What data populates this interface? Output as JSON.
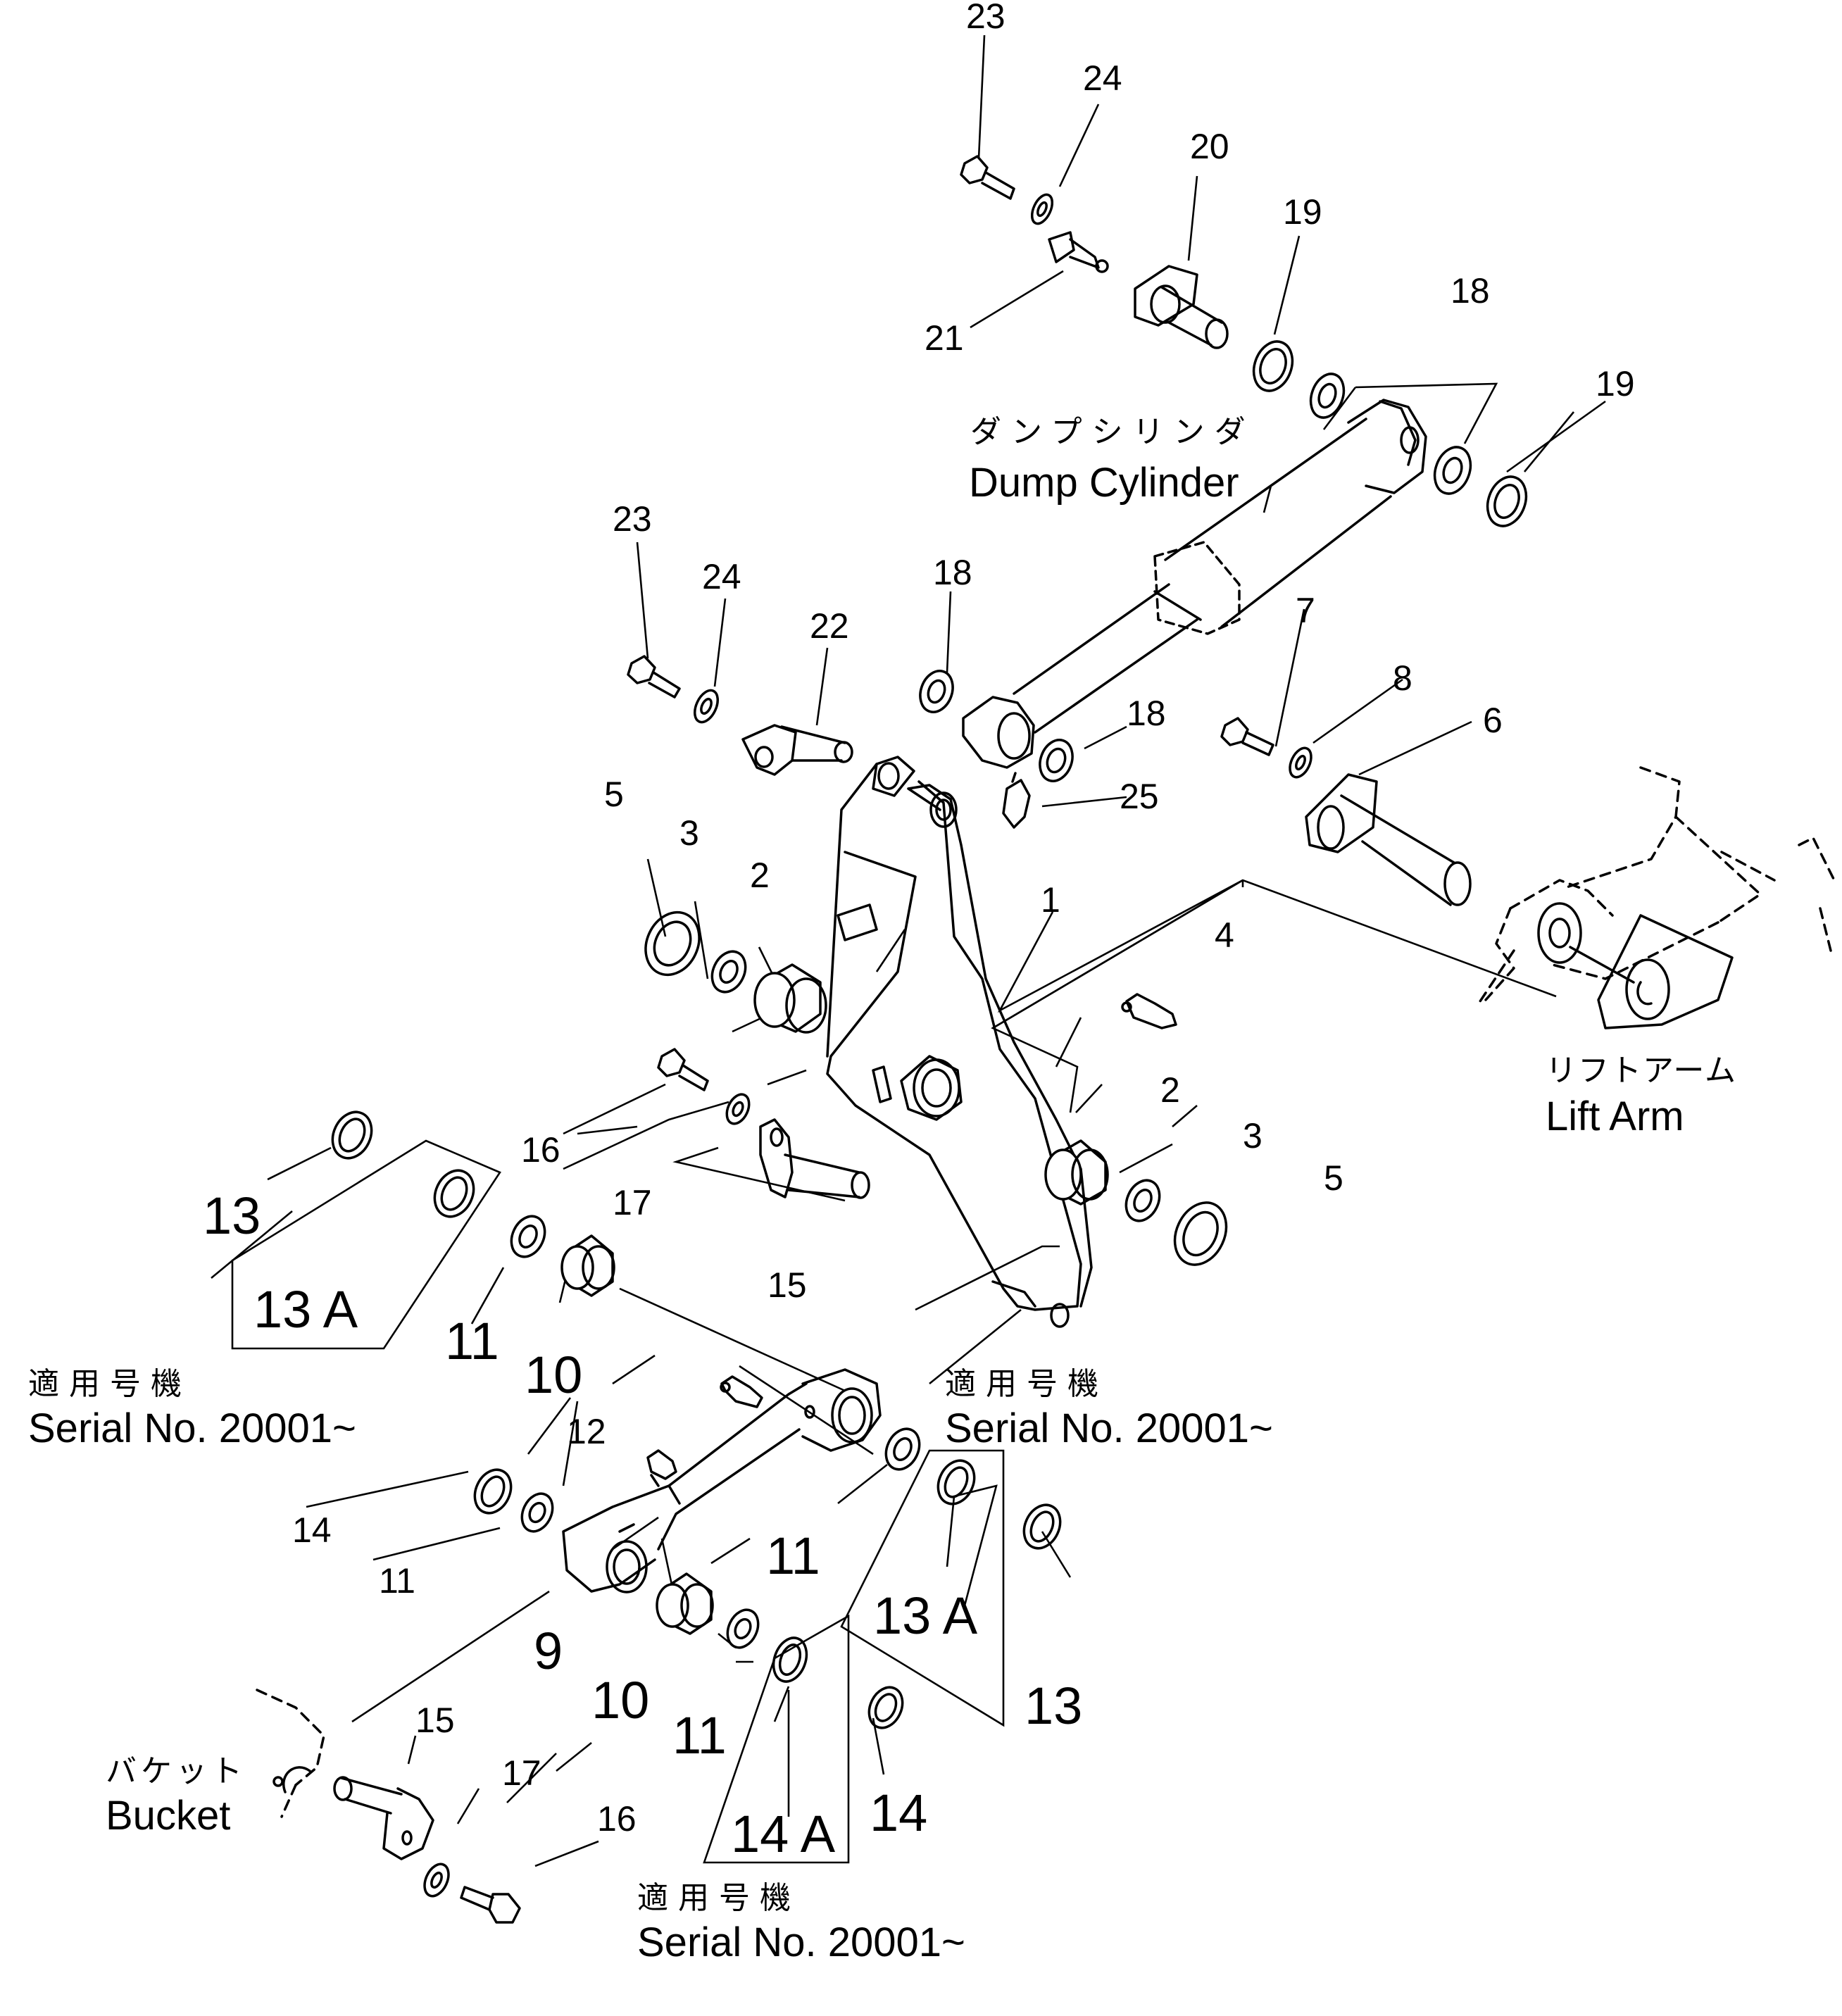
{
  "callouts": {
    "c1": "1",
    "c2a": "2",
    "c2b": "2",
    "c3a": "3",
    "c3b": "3",
    "c4": "4",
    "c5a": "5",
    "c5b": "5",
    "c6": "6",
    "c7": "7",
    "c8": "8",
    "c9": "9",
    "c10a": "10",
    "c10b": "10",
    "c11a": "11",
    "c11b": "11",
    "c11c": "11",
    "c11d": "11",
    "c12": "12",
    "c13a": "13",
    "c13b": "13",
    "c13Aa": "13 A",
    "c13Ab": "13 A",
    "c14a": "14",
    "c14b": "14",
    "c14A": "14 A",
    "c15a": "15",
    "c15b": "15",
    "c16a": "16",
    "c16b": "16",
    "c17a": "17",
    "c17b": "17",
    "c18a": "18",
    "c18b": "18",
    "c18c": "18",
    "c19a": "19",
    "c19b": "19",
    "c20": "20",
    "c21": "21",
    "c22": "22",
    "c23a": "23",
    "c23b": "23",
    "c24a": "24",
    "c24b": "24",
    "c25": "25"
  },
  "labels": {
    "dump_cylinder_jp": "ダンプシリンダ",
    "dump_cylinder_en": "Dump Cylinder",
    "lift_arm_jp": "リフトアーム",
    "lift_arm_en": "Lift Arm",
    "bucket_jp": "バケット",
    "bucket_en": "Bucket"
  },
  "notes": {
    "applicability_jp": "適用号機",
    "serial_left": "Serial No. 20001~",
    "serial_center": "Serial No. 20001~",
    "serial_bottom": "Serial No. 20001~"
  }
}
